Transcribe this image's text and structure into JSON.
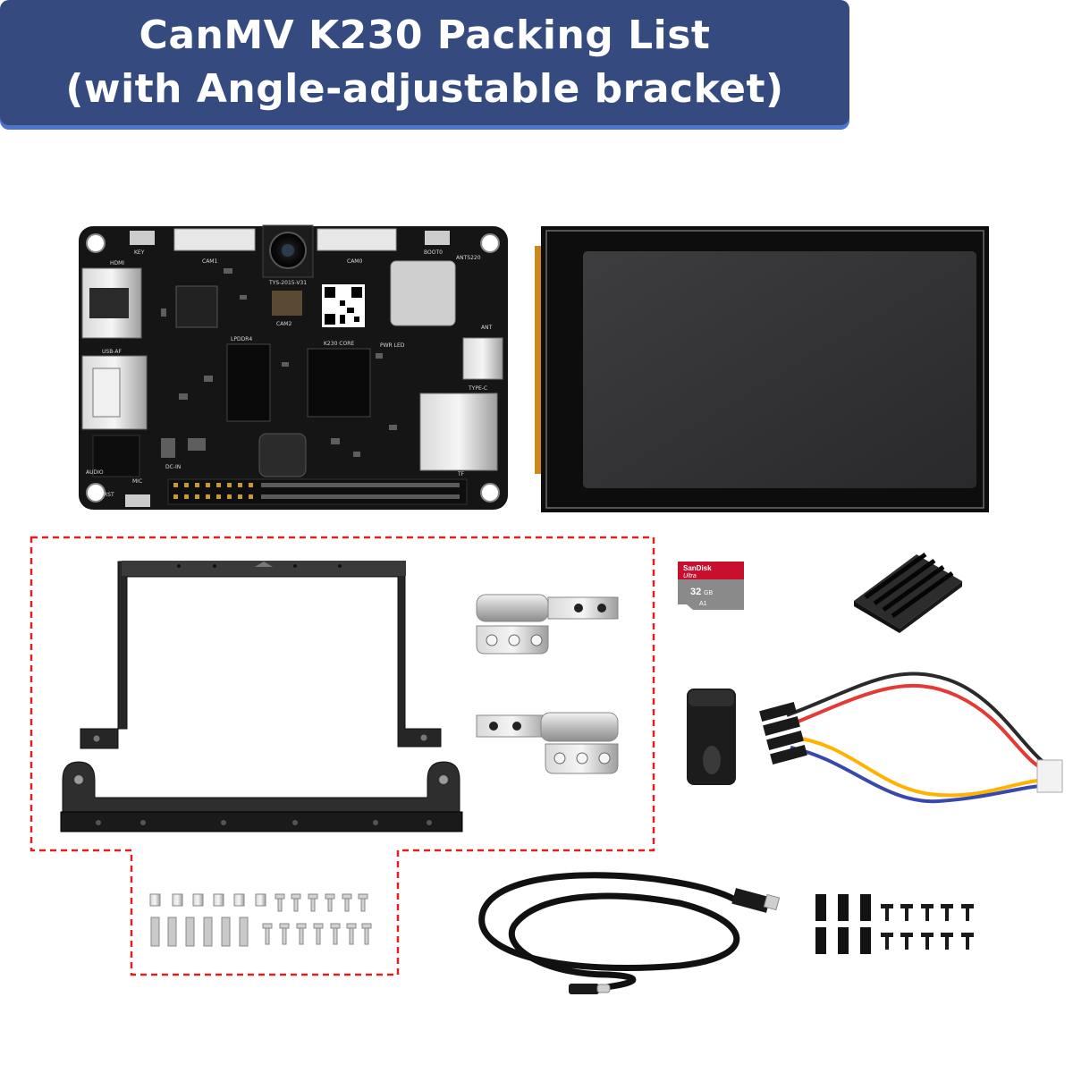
{
  "title": {
    "line1": "CanMV K230 Packing List",
    "line2": "(with Angle-adjustable bracket)"
  },
  "board": {
    "labels": {
      "hdmi": "HDMI",
      "key": "KEY",
      "cam1": "CAM1",
      "cam0": "CAM0",
      "boot0": "BOOT0",
      "cam2": "CAM2",
      "ant": "ANT",
      "antenna_chip": "ANTS220",
      "usb": "USB-AF",
      "lpddr": "LPDDR4",
      "core": "K230 CORE",
      "pwr_led": "PWR LED",
      "typec": "TYPE-C",
      "audio": "AUDIO",
      "dcin": "DC-IN",
      "mic": "MIC",
      "rst": "RST",
      "tf": "TF",
      "lens": "TYS-2015-V31"
    }
  },
  "sd_card": {
    "brand": "SanDisk",
    "series": "Ultra",
    "capacity": "32",
    "unit": "GB",
    "class_mark": "A1"
  },
  "colors": {
    "banner": "#354a7f",
    "banner_shadow": "#4f74cc",
    "dashed_outline": "#e02020",
    "sd_red": "#c8102e"
  }
}
